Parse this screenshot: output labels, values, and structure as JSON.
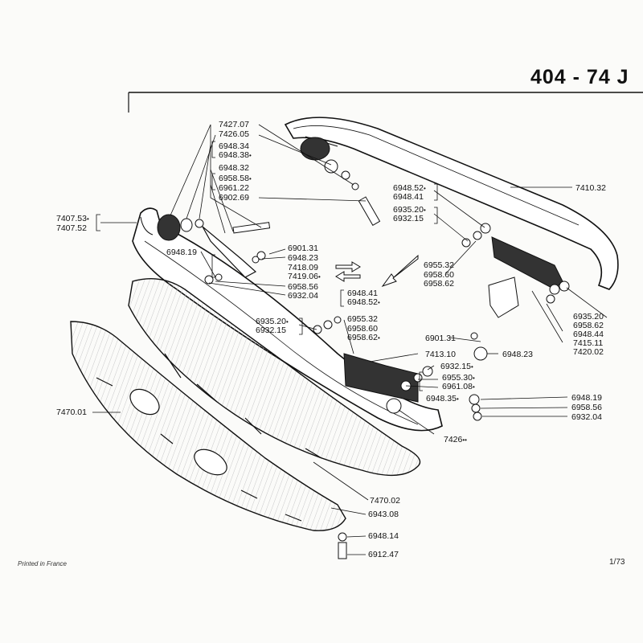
{
  "header": {
    "title": "404 - 74 J"
  },
  "footer": {
    "printed": "Printed in France",
    "page": "1/73"
  },
  "labels": {
    "l7427_07": "7427.07",
    "l7426_05": "7426.05",
    "l6948_34": "6948.34",
    "l6948_38": "6948.38",
    "l6948_32": "6948.32",
    "l6958_58": "6958.58",
    "l6961_22": "6961.22",
    "l6902_69": "6902.69",
    "l7407_53": "7407.53",
    "l7407_52": "7407.52",
    "l6948_19a": "6948.19",
    "l6901_31a": "6901.31",
    "l6948_23a": "6948.23",
    "l7418_09": "7418.09",
    "l7419_06": "7419.06",
    "l6958_56a": "6958.56",
    "l6932_04a": "6932.04",
    "l6948_52a": "6948.52",
    "l6948_41a": "6948.41",
    "l6935_20a": "6935.20",
    "l6932_15a": "6932.15",
    "l7410_32": "7410.32",
    "l6955_32a": "6955.32",
    "l6958_60a": "6958.60",
    "l6958_62a": "6958.62",
    "l6948_41b": "6948.41",
    "l6948_52b": "6948.52",
    "l6935_20b": "6935.20",
    "l6932_15b": "6932.15",
    "l6955_32b": "6955.32",
    "l6958_60b": "6958.60",
    "l6958_62b": "6958.62",
    "l6935_20c": "6935.20",
    "l6958_62c": "6958.62",
    "l6948_44": "6948.44",
    "l7415_11": "7415.11",
    "l7420_02": "7420.02",
    "l6901_31b": "6901.31",
    "l7413_10": "7413.10",
    "l6948_23b": "6948.23",
    "l6932_15c": "6932.15",
    "l6955_30": "6955.30",
    "l6961_08": "6961.08",
    "l6948_35": "6948.35",
    "l6948_19b": "6948.19",
    "l6958_56b": "6958.56",
    "l6932_04b": "6932.04",
    "l7426": "7426",
    "l7470_01": "7470.01",
    "l7470_02": "7470.02",
    "l6943_08": "6943.08",
    "l6948_14": "6948.14",
    "l6912_47": "6912.47"
  }
}
